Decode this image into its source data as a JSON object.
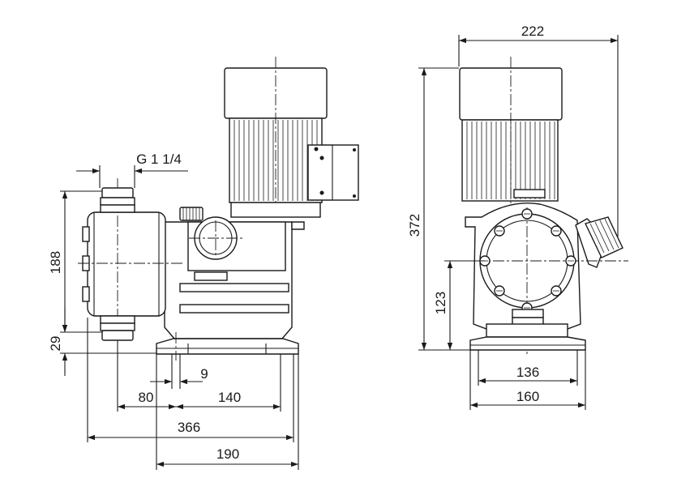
{
  "drawing": {
    "thread_label": "G 1 1/4",
    "dimensions": {
      "height_total": "372",
      "width_top": "222",
      "height_head": "188",
      "base_offset": "29",
      "axis_height": "123",
      "hole_offset": "9",
      "dist_80": "80",
      "dist_140": "140",
      "length_total": "366",
      "length_base": "190",
      "width_136": "136",
      "width_160": "160"
    }
  }
}
